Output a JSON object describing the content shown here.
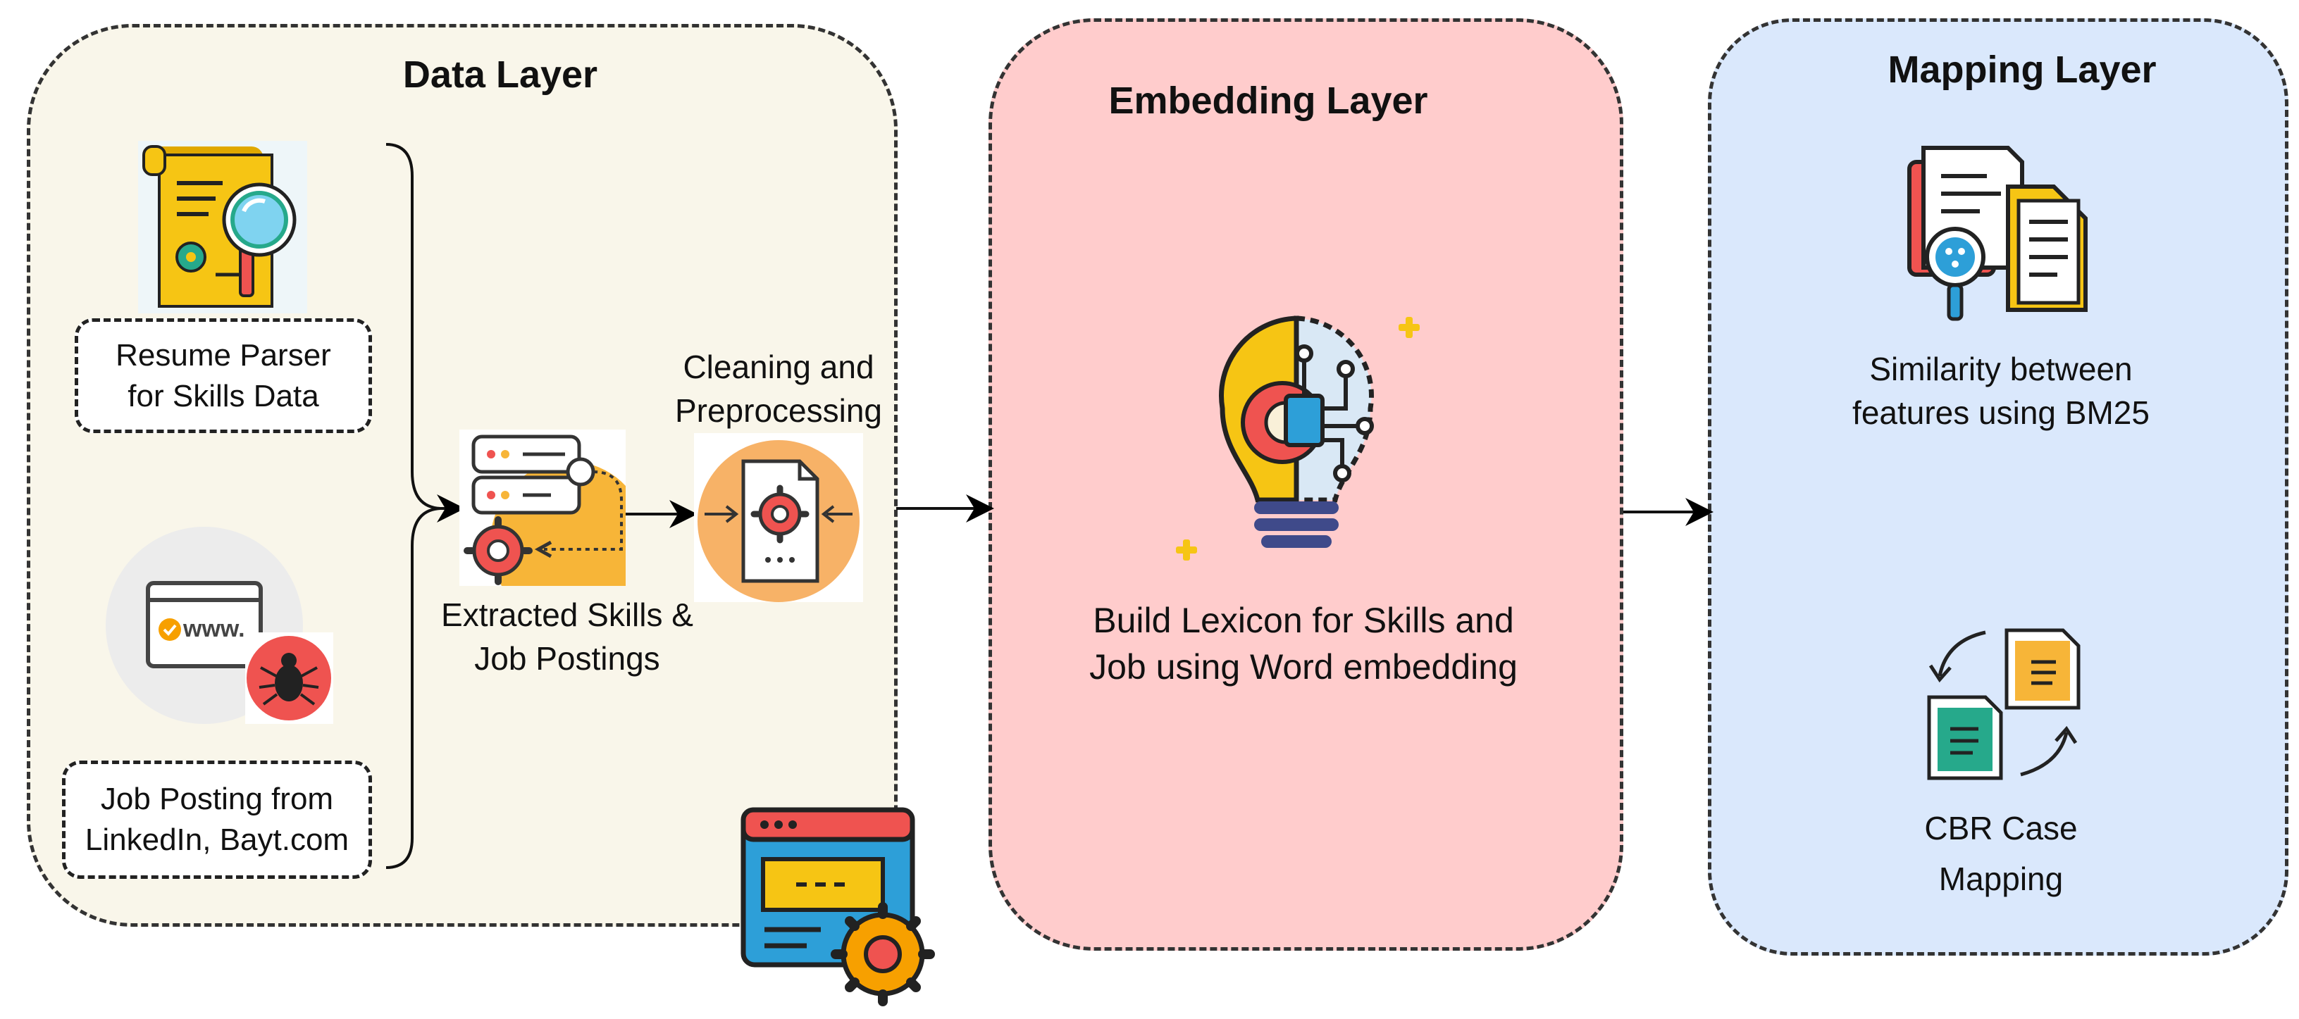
{
  "layers": {
    "data": {
      "title": "Data Layer",
      "resume_box": {
        "line1": "Resume Parser",
        "line2": "for Skills Data"
      },
      "job_box": {
        "line1": "Job Posting from",
        "line2": "LinkedIn, Bayt.com"
      },
      "extracted": {
        "line1": "Extracted Skills &",
        "line2": "Job Postings"
      },
      "cleaning": {
        "line1": "Cleaning and",
        "line2": "Preprocessing"
      },
      "web_icon_text": "www."
    },
    "embedding": {
      "title": "Embedding Layer",
      "text": {
        "line1": "Build Lexicon for Skills and",
        "line2": "Job using Word embedding"
      }
    },
    "mapping": {
      "title": "Mapping Layer",
      "similarity": {
        "line1": "Similarity between",
        "line2": "features using BM25"
      },
      "cbr": {
        "line1": "CBR Case",
        "line2": "Mapping"
      }
    }
  },
  "colors": {
    "data_panel": "#f9f6ea",
    "embedding_panel": "#ffcccc",
    "mapping_panel": "#dae8fc",
    "accent_yellow": "#f6c514",
    "accent_orange": "#f7b267",
    "accent_blue": "#2d9fd8",
    "accent_red": "#ef5350",
    "accent_green": "#26a98b"
  },
  "icons": [
    "resume-scroll-icon",
    "web-crawler-icon",
    "database-gear-icon",
    "document-gear-icon",
    "settings-window-icon",
    "lightbulb-circuit-icon",
    "document-search-icon",
    "document-swap-icon"
  ]
}
